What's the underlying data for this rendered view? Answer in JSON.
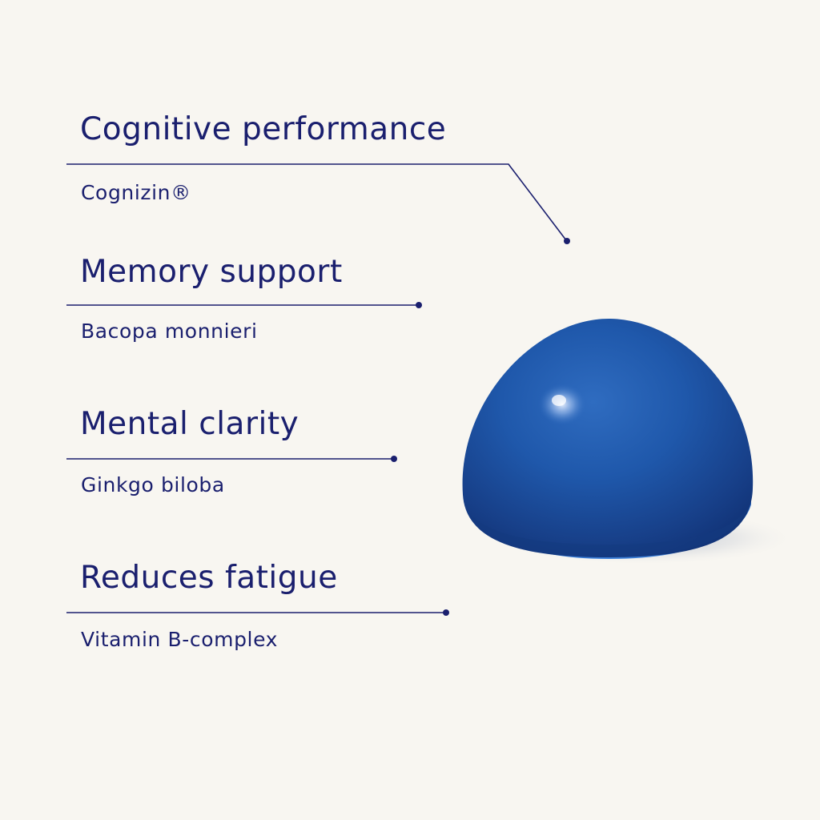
{
  "colors": {
    "background": "#f8f6f1",
    "text": "#1a1f6e",
    "callout_line": "#1a1f6e",
    "gummy_blue": "#1b52a6"
  },
  "callouts": [
    {
      "heading": "Cognitive performance",
      "ingredient": "Cognizin®"
    },
    {
      "heading": "Memory support",
      "ingredient": "Bacopa monnieri"
    },
    {
      "heading": "Mental clarity",
      "ingredient": "Ginkgo biloba"
    },
    {
      "heading": "Reduces fatigue",
      "ingredient": "Vitamin B-complex"
    }
  ],
  "product": {
    "icon": "blue-gummy-dome"
  }
}
